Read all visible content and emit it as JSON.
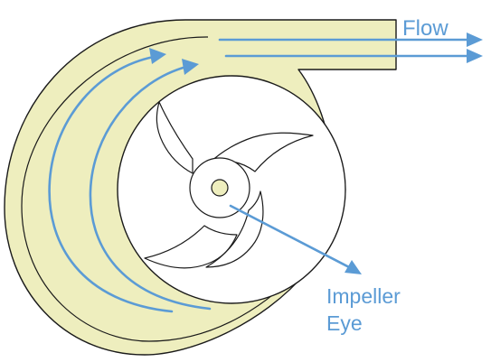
{
  "labels": {
    "flow": "Flow",
    "impeller_eye_line1": "Impeller",
    "impeller_eye_line2": "Eye"
  },
  "colors": {
    "casing_fill": "#eeeebe",
    "outline": "#1a1a1a",
    "arrow": "#5b9bd5",
    "background": "#ffffff"
  }
}
